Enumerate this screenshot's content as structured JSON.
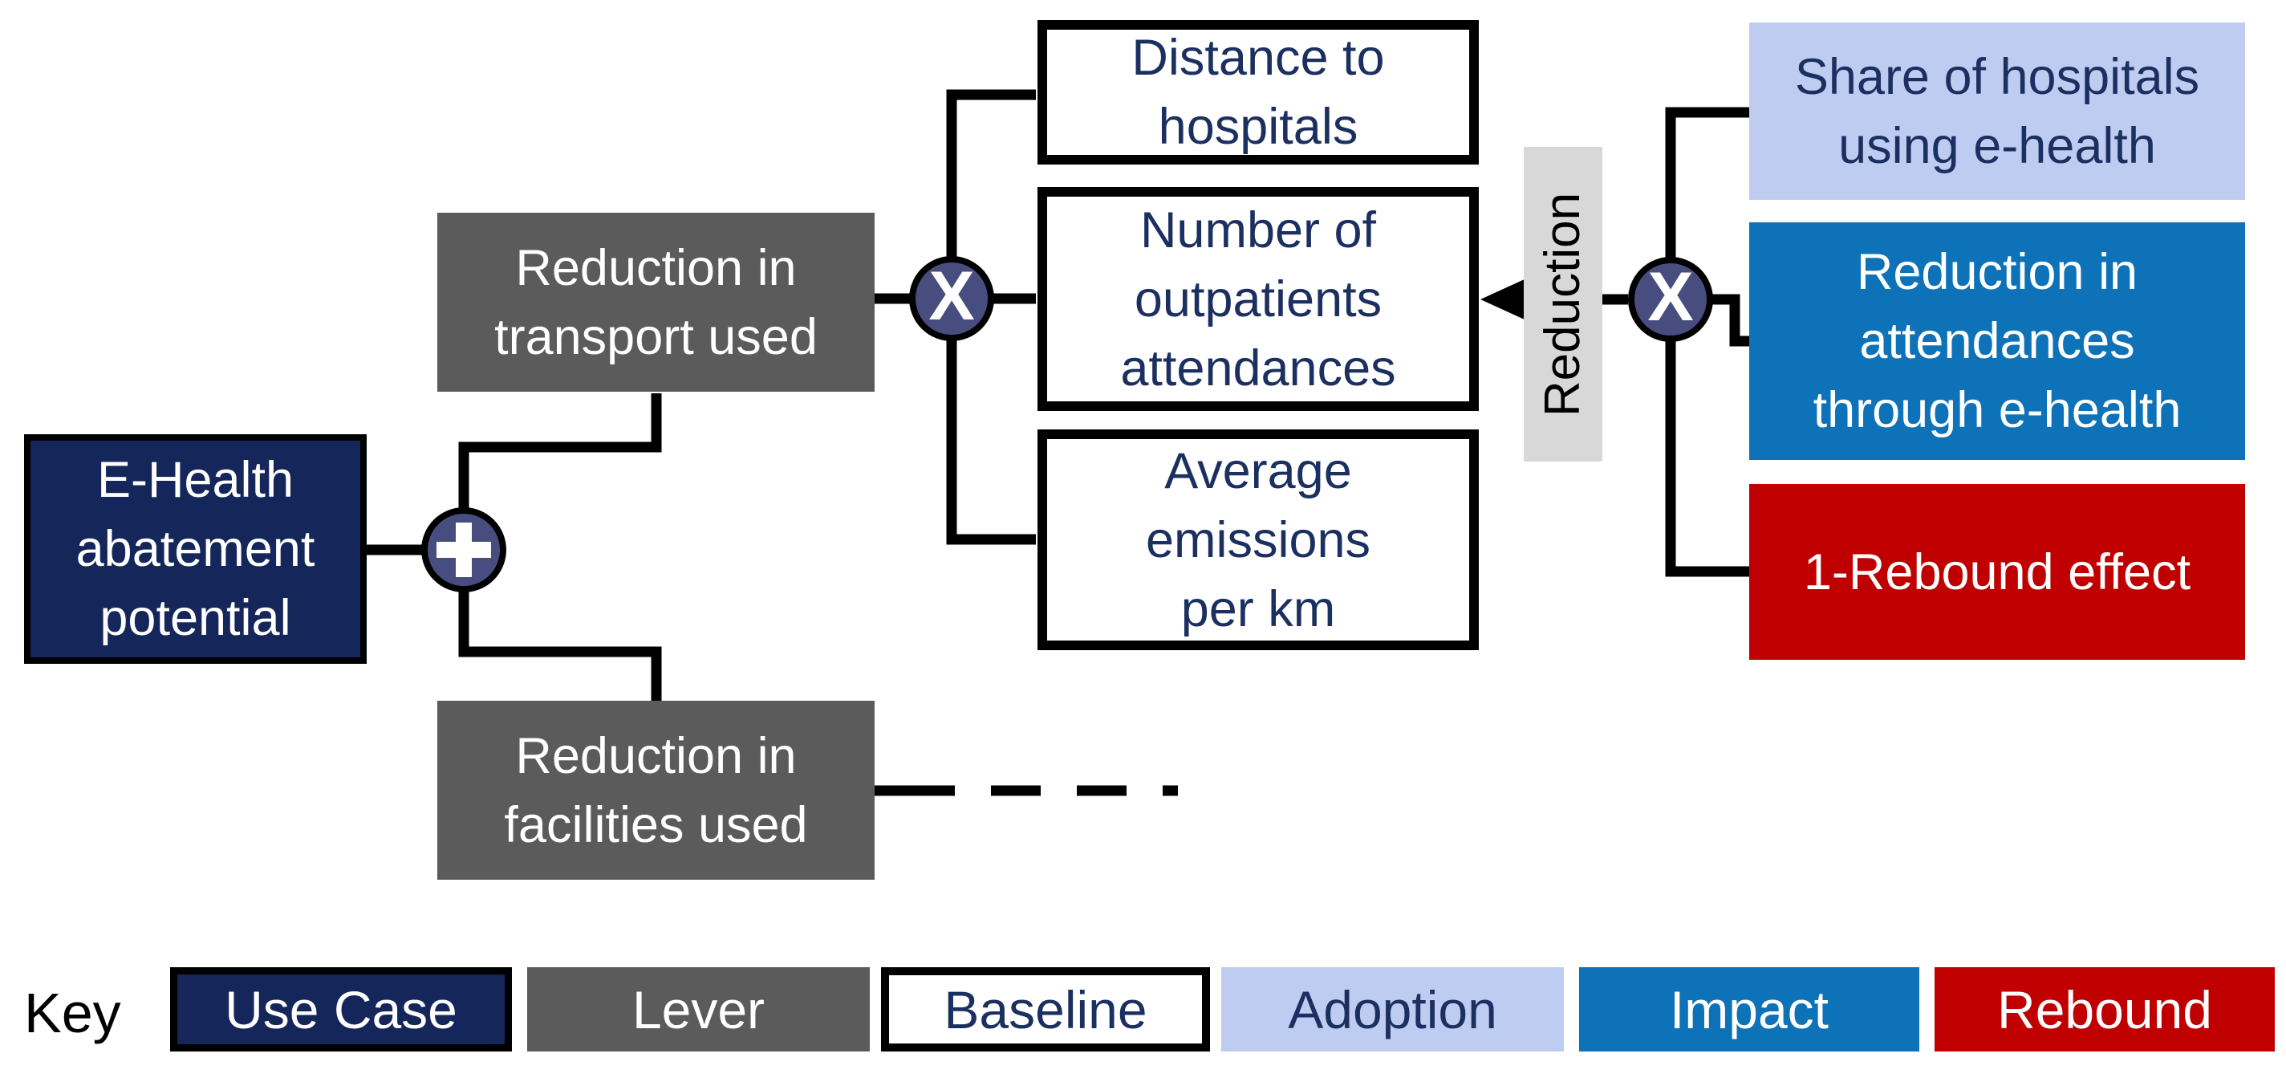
{
  "operators": {
    "add": "+",
    "multiply": "X"
  },
  "nodes": {
    "use_case": "E-Health\nabatement\npotential",
    "lever_transport": "Reduction in\ntransport used",
    "lever_facilities": "Reduction in\nfacilities used",
    "baseline_distance": "Distance to\nhospitals",
    "baseline_outpatients": "Number of\noutpatients\nattendances",
    "baseline_emissions": "Average\nemissions\nper km",
    "adoption_share": "Share of hospitals\nusing e-health",
    "impact_attendances": "Reduction in\nattendances\nthrough e-health",
    "rebound": "1-Rebound effect",
    "reduction_connector_label": "Reduction"
  },
  "key": {
    "label": "Key",
    "items": [
      {
        "label": "Use Case",
        "color": "#14265A",
        "text_color": "#FFFFFF"
      },
      {
        "label": "Lever",
        "color": "#5B5B5B",
        "text_color": "#FFFFFF"
      },
      {
        "label": "Baseline",
        "color": "#FFFFFF",
        "text_color": "#1B3060"
      },
      {
        "label": "Adoption",
        "color": "#BFCCF2",
        "text_color": "#1B3060"
      },
      {
        "label": "Impact",
        "color": "#0D72B8",
        "text_color": "#FFFFFF"
      },
      {
        "label": "Rebound",
        "color": "#C00000",
        "text_color": "#FFFFFF"
      }
    ]
  },
  "colors": {
    "use_case_fill": "#14265A",
    "lever_fill": "#5B5B5B",
    "baseline_fill": "#FFFFFF",
    "adoption_fill": "#BFCCF2",
    "impact_fill": "#0D72B8",
    "rebound_fill": "#C00000",
    "operator_fill": "#474E7F",
    "connector_label_fill": "#D8D8D8",
    "dark_text": "#1B3060",
    "line": "#000000"
  }
}
